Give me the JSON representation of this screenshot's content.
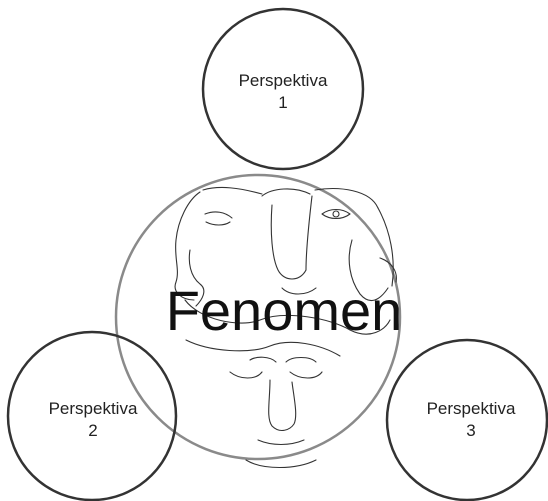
{
  "diagram": {
    "center": {
      "label": "Fenomen",
      "illustration": "faces-line-drawing"
    },
    "perspectives": [
      {
        "line1": "Perspektiva",
        "line2": "1"
      },
      {
        "line1": "Perspektiva",
        "line2": "2"
      },
      {
        "line1": "Perspektiva",
        "line2": "3"
      }
    ]
  },
  "colors": {
    "small_circle_stroke": "#333333",
    "center_circle_stroke": "#8a8a8a",
    "sketch_stroke": "#333333",
    "background": "#ffffff"
  }
}
